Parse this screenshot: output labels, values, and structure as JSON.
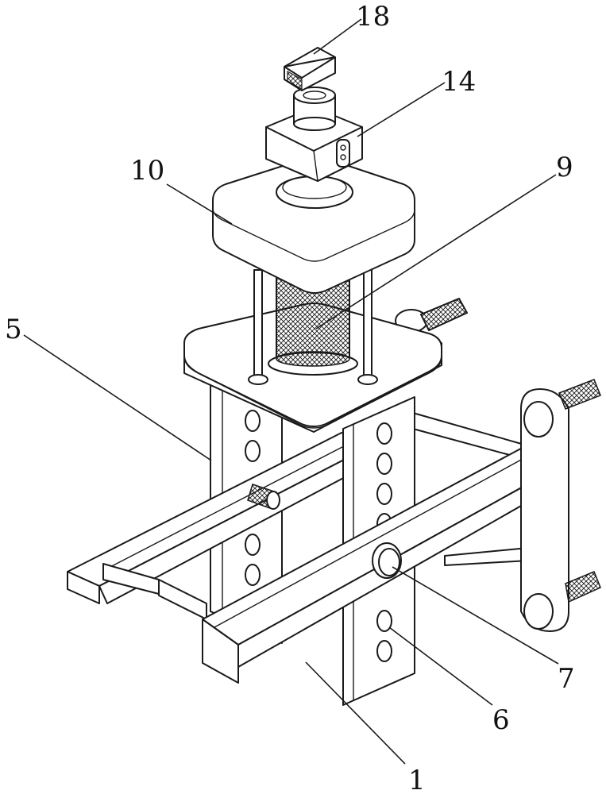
{
  "labels": {
    "l18": "18",
    "l14": "14",
    "l10": "10",
    "l9": "9",
    "l5": "5",
    "l7": "7",
    "l6": "6",
    "l1": "1"
  },
  "colors": {
    "line": "#1a1a1a",
    "background": "#ffffff"
  }
}
